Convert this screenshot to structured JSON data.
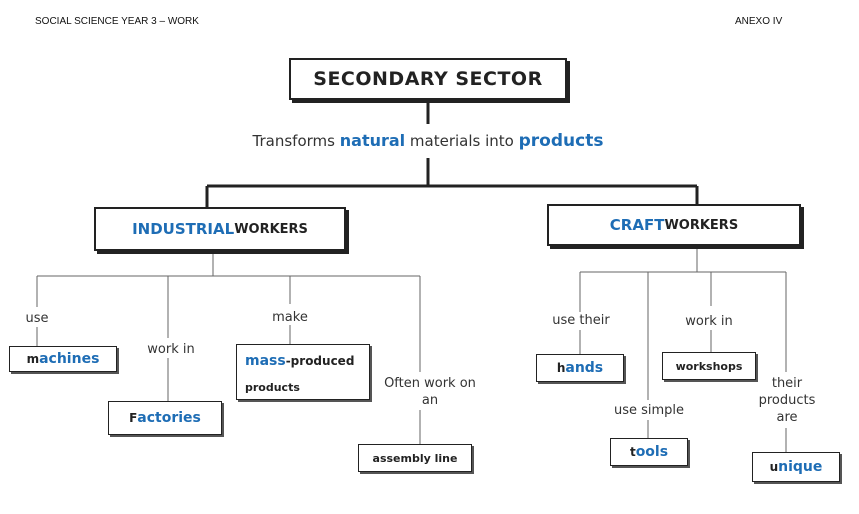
{
  "header": {
    "left": "SOCIAL SCIENCE YEAR 3 – WORK",
    "right": "ANEXO IV"
  },
  "title": "SECONDARY SECTOR",
  "definition": {
    "part1": "Transforms ",
    "part2": "natural",
    "part3": " materials into ",
    "part4": "products"
  },
  "industrial": {
    "heading_blue": "INDUSTRIAL",
    "heading_black": " WORKERS",
    "branches": [
      {
        "label": "use",
        "leaf_prefix": "m",
        "leaf_main": "achines"
      },
      {
        "label": "work in",
        "leaf_prefix": "F",
        "leaf_main": "actories"
      },
      {
        "label": "make",
        "leaf_main": "mass",
        "leaf_rest": "-produced",
        "leaf_line2": "products"
      },
      {
        "label": "Often work on an",
        "leaf": "assembly line"
      }
    ]
  },
  "craft": {
    "heading_blue": "CRAFT",
    "heading_black": " WORKERS",
    "branches": [
      {
        "label": "use their",
        "leaf_prefix": "h",
        "leaf_main": "ands"
      },
      {
        "label": "use simple",
        "leaf_prefix": "t",
        "leaf_main": "ools"
      },
      {
        "label": "work in",
        "leaf": "workshops"
      },
      {
        "label": "their products are",
        "leaf_prefix": "u",
        "leaf_main": "nique"
      }
    ]
  },
  "colors": {
    "accent": "#1e6db5",
    "line": "#222222"
  }
}
